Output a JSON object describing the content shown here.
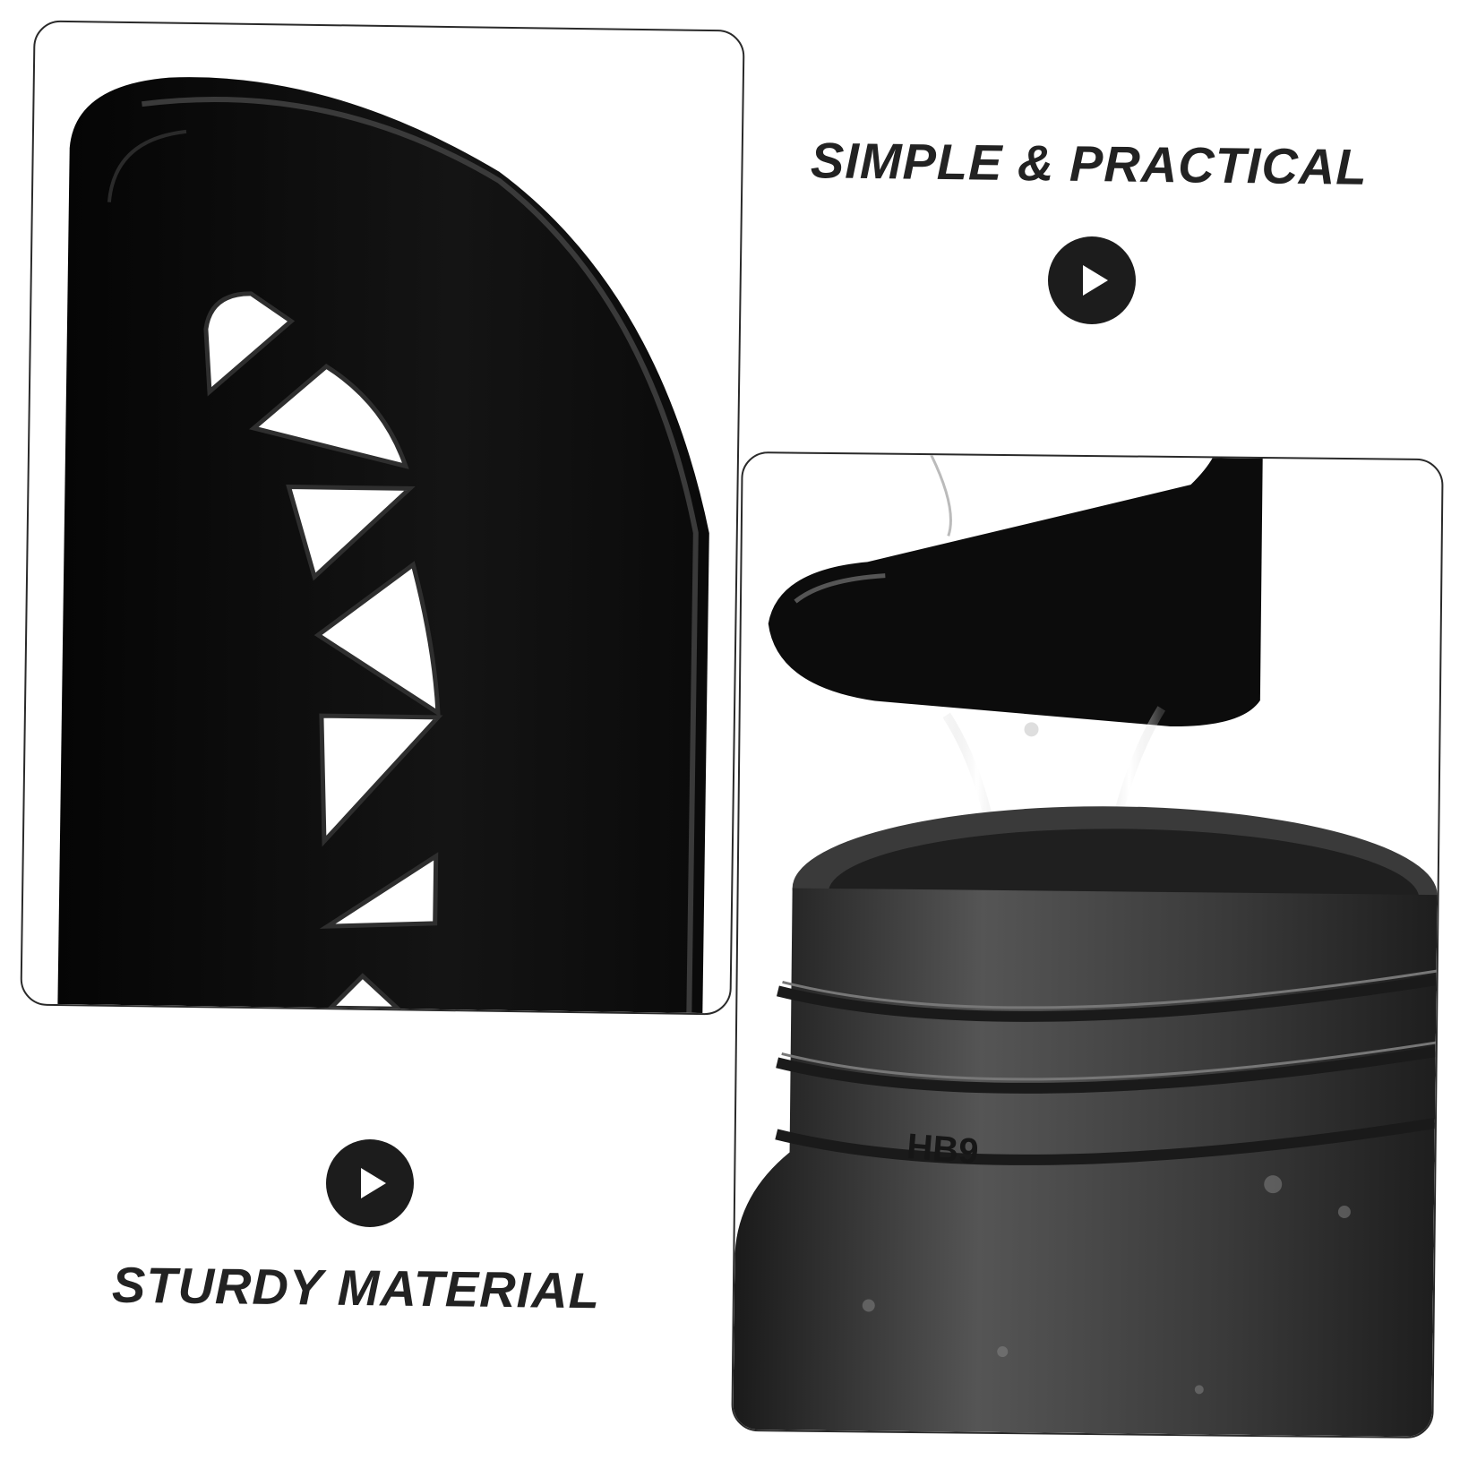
{
  "headings": {
    "top_right": "SIMPLE & PRACTICAL",
    "bottom_left": "STURDY MATERIAL"
  },
  "jar": {
    "embossed_code": "HB9"
  },
  "icons": {
    "play": "play-icon"
  },
  "colors": {
    "text": "#222222",
    "plastic": "#111111",
    "play_button": "#1c1c1c"
  }
}
